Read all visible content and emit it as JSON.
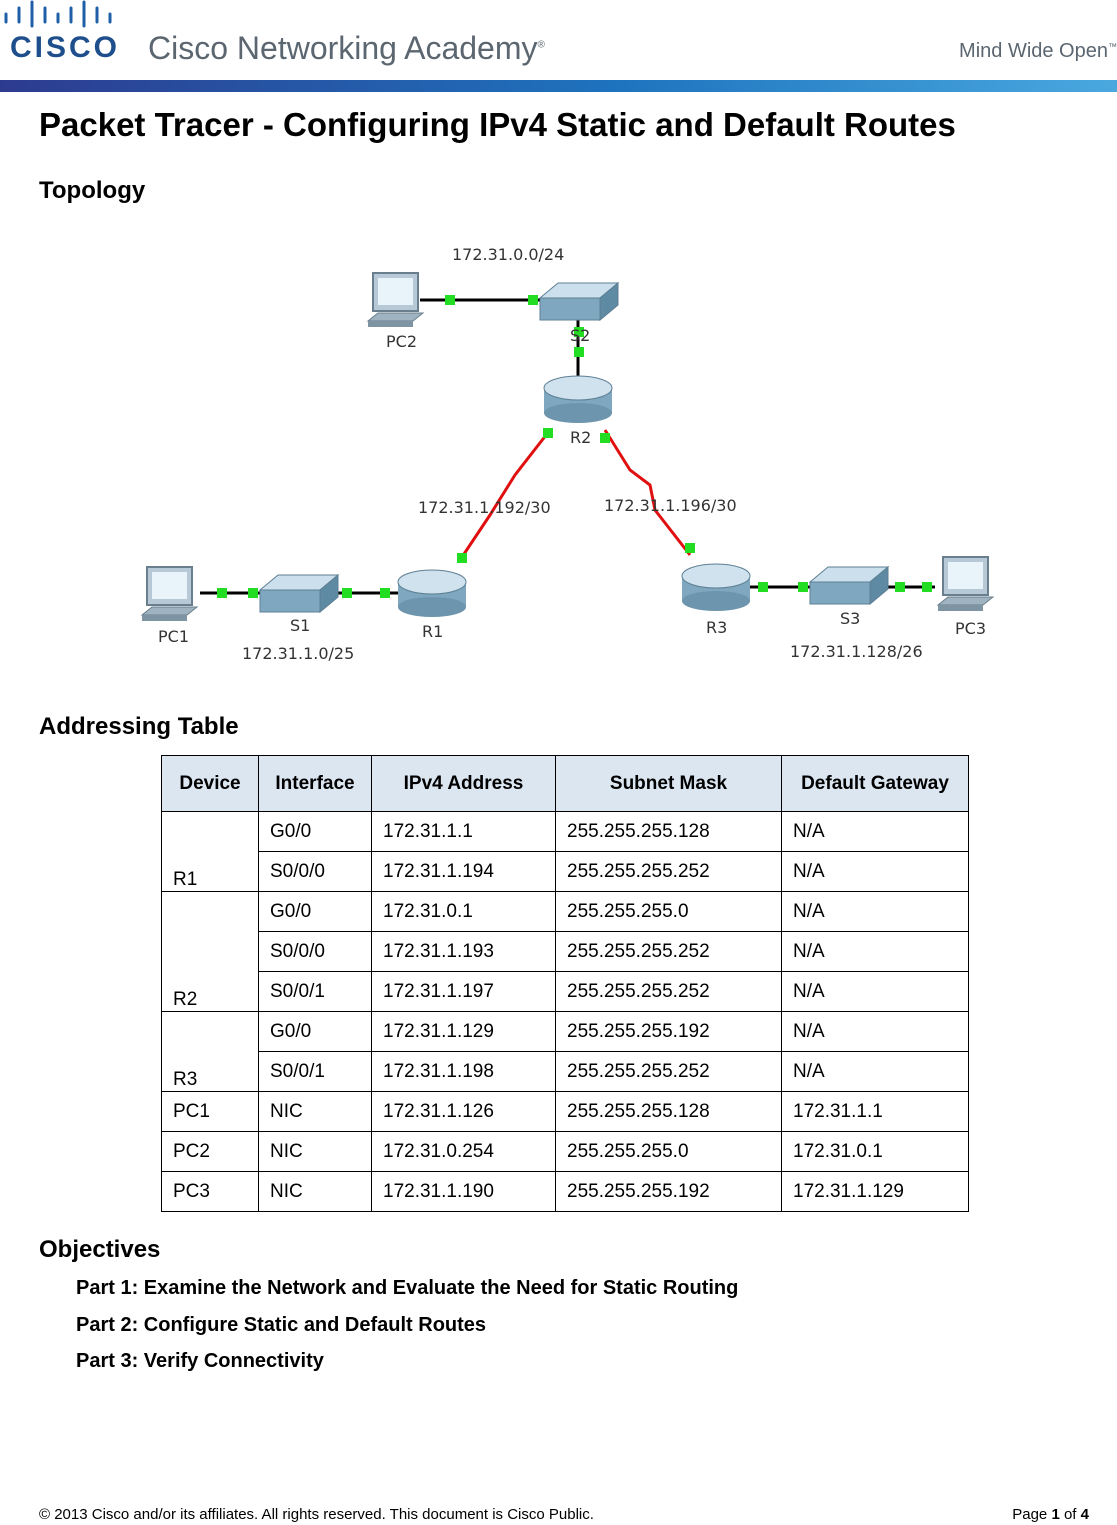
{
  "header": {
    "logo_word": "CISCO",
    "academy": "Cisco Networking Academy",
    "academy_mark": "®",
    "tagline": "Mind Wide Open",
    "tagline_mark": "™",
    "brand_colors": [
      "#2d3b8f",
      "#1e73be",
      "#4aa8df"
    ]
  },
  "title": "Packet Tracer - Configuring IPv4 Static and Default Routes",
  "topology": {
    "heading": "Topology",
    "labels": {
      "pc2": "PC2",
      "s2": "S2",
      "r2": "R2",
      "pc1": "PC1",
      "s1": "S1",
      "r1": "R1",
      "r3": "R3",
      "s3": "S3",
      "pc3": "PC3",
      "net_top": "172.31.0.0/24",
      "net_left_link": "172.31.1.192/30",
      "net_right_link": "172.31.1.196/30",
      "net_left_lan": "172.31.1.0/25",
      "net_right_lan": "172.31.1.128/26"
    }
  },
  "addressing": {
    "heading": "Addressing Table",
    "columns": [
      "Device",
      "Interface",
      "IPv4 Address",
      "Subnet Mask",
      "Default Gateway"
    ],
    "rows": [
      [
        "R1",
        "G0/0",
        "172.31.1.1",
        "255.255.255.128",
        "N/A"
      ],
      [
        "",
        "S0/0/0",
        "172.31.1.194",
        "255.255.255.252",
        "N/A"
      ],
      [
        "R2",
        "G0/0",
        "172.31.0.1",
        "255.255.255.0",
        "N/A"
      ],
      [
        "",
        "S0/0/0",
        "172.31.1.193",
        "255.255.255.252",
        "N/A"
      ],
      [
        "",
        "S0/0/1",
        "172.31.1.197",
        "255.255.255.252",
        "N/A"
      ],
      [
        "R3",
        "G0/0",
        "172.31.1.129",
        "255.255.255.192",
        "N/A"
      ],
      [
        "",
        "S0/0/1",
        "172.31.1.198",
        "255.255.255.252",
        "N/A"
      ],
      [
        "PC1",
        "NIC",
        "172.31.1.126",
        "255.255.255.128",
        "172.31.1.1"
      ],
      [
        "PC2",
        "NIC",
        "172.31.0.254",
        "255.255.255.0",
        "172.31.0.1"
      ],
      [
        "PC3",
        "NIC",
        "172.31.1.190",
        "255.255.255.192",
        "172.31.1.129"
      ]
    ]
  },
  "objectives": {
    "heading": "Objectives",
    "items": [
      "Part 1: Examine the Network and Evaluate the Need for Static Routing",
      "Part 2: Configure Static and Default Routes",
      "Part 3: Verify Connectivity"
    ]
  },
  "footer": {
    "copyright": "© 2013 Cisco and/or its affiliates. All rights reserved. This document is Cisco Public.",
    "page_word": "Page",
    "page_num": "1",
    "of_word": "of",
    "page_total": "4"
  }
}
